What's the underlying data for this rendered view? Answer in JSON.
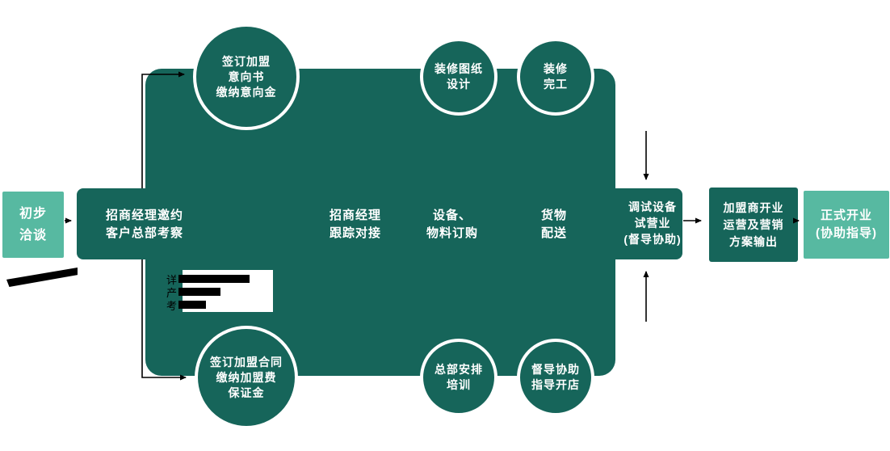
{
  "colors": {
    "dark_teal": "#16655A",
    "light_teal": "#57B9A1",
    "arrow": "#000000"
  },
  "flow": {
    "start": {
      "label": "初步\n洽谈"
    },
    "band_steps": [
      {
        "label": "招商经理邀约\n客户总部考察"
      },
      {
        "label": "招商经理\n跟踪对接"
      },
      {
        "label": "设备、\n物料订购"
      },
      {
        "label": "货物\n配送"
      },
      {
        "label": "调试设备\n试营业\n(督导协助)"
      }
    ],
    "top_circles": [
      {
        "label": "签订加盟\n意向书\n缴纳意向金"
      },
      {
        "label": "装修图纸\n设计"
      },
      {
        "label": "装修\n完工"
      }
    ],
    "bottom_circles": [
      {
        "label": "签订加盟合同\n缴纳加盟费\n保证金"
      },
      {
        "label": "总部安排\n培训"
      },
      {
        "label": "督导协助\n指导开店"
      }
    ],
    "end_boxes": [
      {
        "label": "加盟商开业\n运营及营销\n方案输出"
      },
      {
        "label": "正式开业\n(协助指导)"
      }
    ],
    "note": {
      "lines": [
        "详",
        "产",
        "考"
      ]
    }
  }
}
